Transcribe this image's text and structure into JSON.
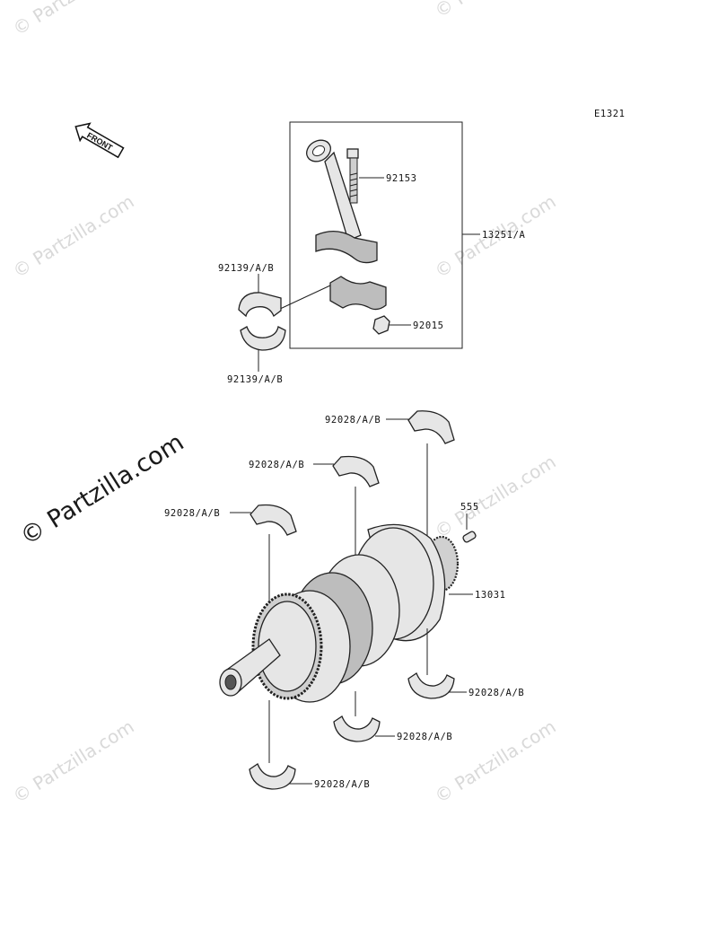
{
  "diagram_code": "E1321",
  "front_label": "FRONT",
  "watermark": "© Partzilla.com",
  "callouts": {
    "bolt": "92153",
    "con_rod_assy": "13251/A",
    "rod_bearing_top": "92139/A/B",
    "rod_bearing_bottom": "92139/A/B",
    "rod_nut": "92015",
    "main_bearing_1": "92028/A/B",
    "main_bearing_2": "92028/A/B",
    "main_bearing_3": "92028/A/B",
    "pin": "555",
    "crankshaft": "13031",
    "main_bearing_4": "92028/A/B",
    "main_bearing_5": "92028/A/B",
    "main_bearing_6": "92028/A/B"
  }
}
